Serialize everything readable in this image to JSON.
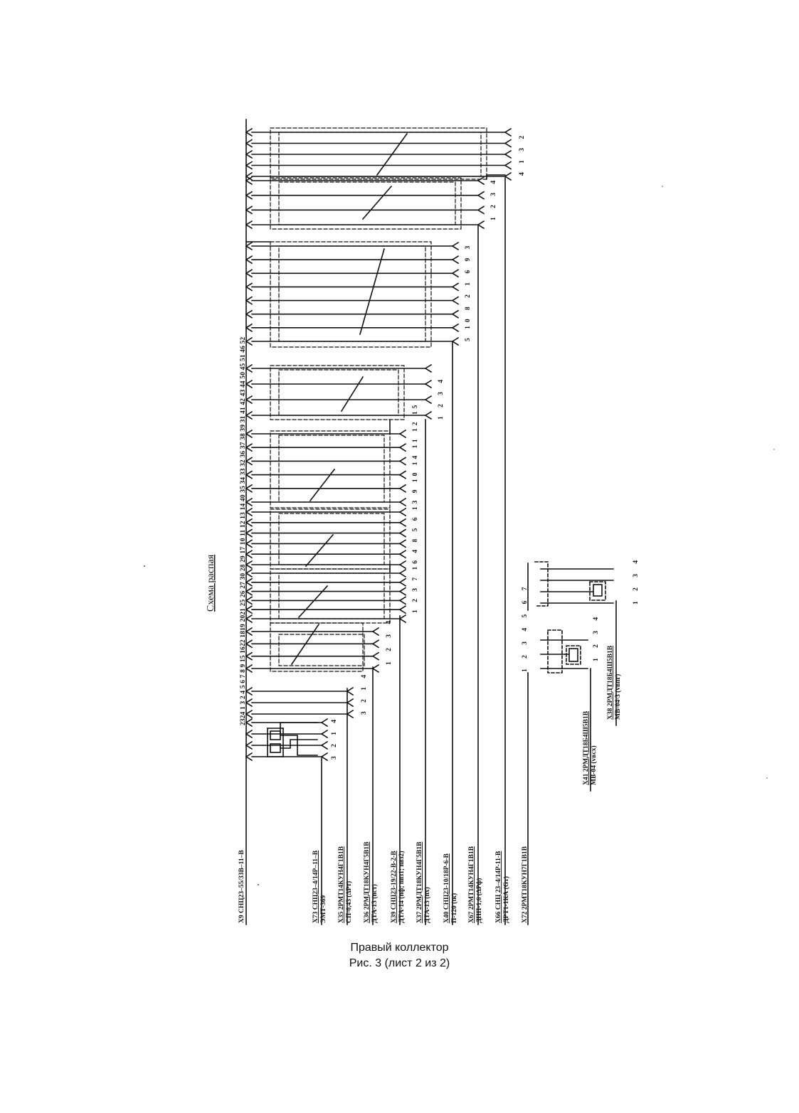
{
  "diagram": {
    "title": "Схема распая",
    "caption_line1": "Правый коллектор",
    "caption_line2": "Рис. 3 (лист 2 из 2)",
    "top_pins": "2324  1   3    2   4   5   6   7     8   9  15 1622 1819 2021 25  26 27 30 28 29 17  10 11 12 13 14  40 35 34 33 32 36 37 38 39 31 41 42 43 44 50 45 51 46 52",
    "connectors": [
      {
        "label": "X9 СНЦ23–55/33В–11–В"
      },
      {
        "label": "X73 СНЦ23–4/14Р–11–В",
        "sub": "ЭМТ-369",
        "pins": "3 2 1 4"
      },
      {
        "label": "X35 2РМТ14КУН4Г1В1В",
        "sub": "СП-0,43 (ΔРт)",
        "pins": "3 2 1 4"
      },
      {
        "label": "X36 2РМДТ18КУН4Г5В1В",
        "sub": "ДТА-13 (nст)",
        "pins": "1 2 3 4"
      },
      {
        "label": "X39 СНЦ23-19/22-В-2-В",
        "sub": "ДТА-14 (nф; nвз1; nвз2)",
        "pins": "1 2 3 7 16 4 8 5 6 13 9 10 14 11 12 15"
      },
      {
        "label": "X37 2РМДТ18КУН4Г5В1В",
        "sub": "ДТА-13 (nх)",
        "pins": "1 2 3 4"
      },
      {
        "label": "X40 СНЦ23-10/18Р-6-В",
        "sub": "П-120 (tк)",
        "pins": "5 10 8 2 1 6 9 3"
      },
      {
        "label": "X67 2РМТ14КУН4Г1В1В",
        "sub": "ДПП-1,6 (ΔРф)",
        "pins": "1 2 3 4"
      },
      {
        "label": "X66 СНЦ 23–4/14Р-11-В",
        "sub": "ДРТ1-1КА (Gт)",
        "pins": "4 1 3 2"
      },
      {
        "label": "X72 2РМТ18КУН7Г1В1В",
        "pins": "1 2 3 4 5 6 7"
      },
      {
        "label": "X41 2РМДТ18Б4Ш5В1В",
        "sub": "МВ-04 (vвсx)",
        "pins": "1 2 3 4"
      },
      {
        "label": "X38 2РМДТ18Б4Ш5В1В",
        "sub": "МВ-04-3 (vвпг)",
        "pins": "1 2 3 4"
      }
    ]
  }
}
